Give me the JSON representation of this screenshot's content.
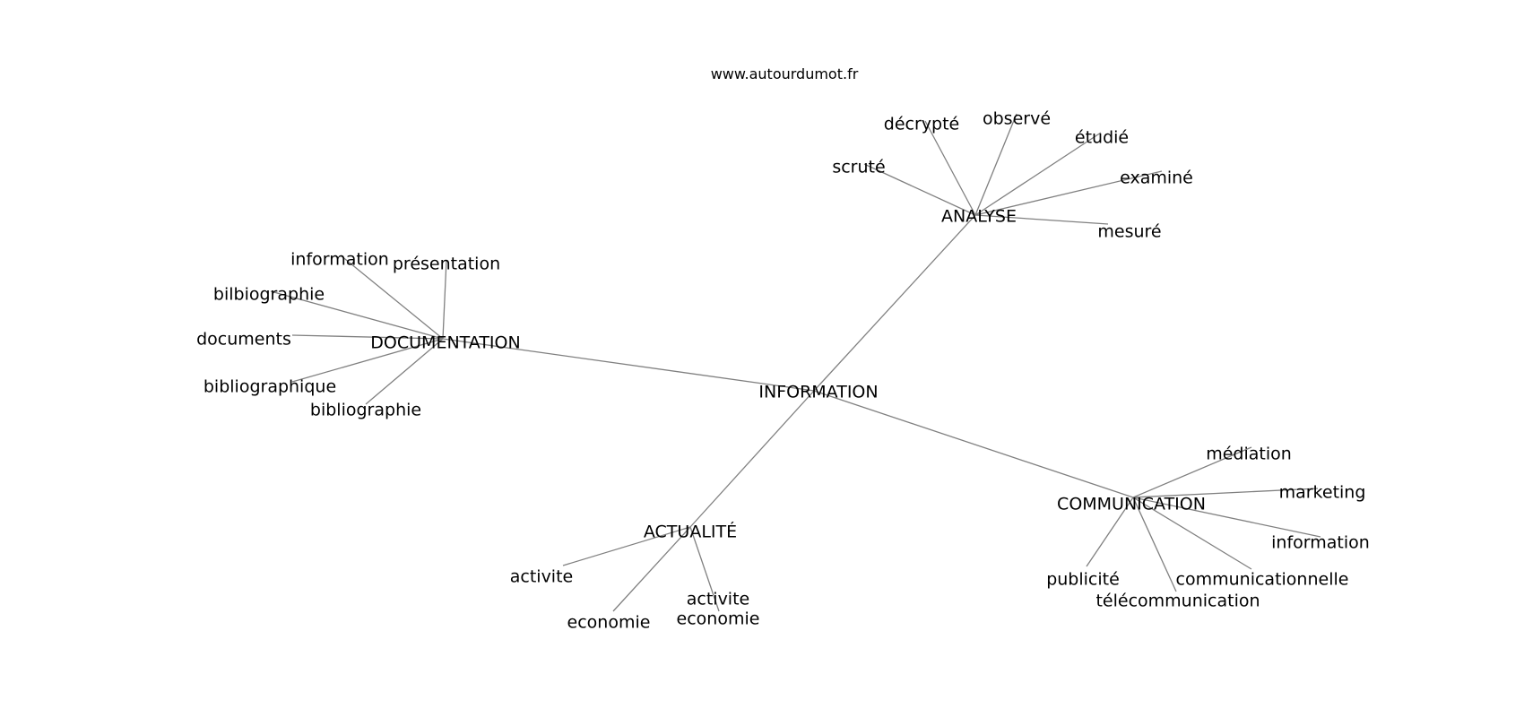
{
  "site": "www.autourdumot.fr",
  "center": "INFORMATION",
  "clusters": [
    {
      "hub": "ANALYSE",
      "words": [
        "décrypté",
        "observé",
        "scruté",
        "étudié",
        "examiné",
        "mesuré"
      ]
    },
    {
      "hub": "DOCUMENTATION",
      "words": [
        "information",
        "présentation",
        "bilbiographie",
        "documents",
        "bibliographique",
        "bibliographie"
      ]
    },
    {
      "hub": "COMMUNICATION",
      "words": [
        "médiation",
        "marketing",
        "information",
        "publicité",
        "communicationnelle",
        "télécommunication"
      ]
    },
    {
      "hub": "ACTUALITÉ",
      "words": [
        "activite",
        "economie",
        "activite\neconomie"
      ]
    }
  ]
}
